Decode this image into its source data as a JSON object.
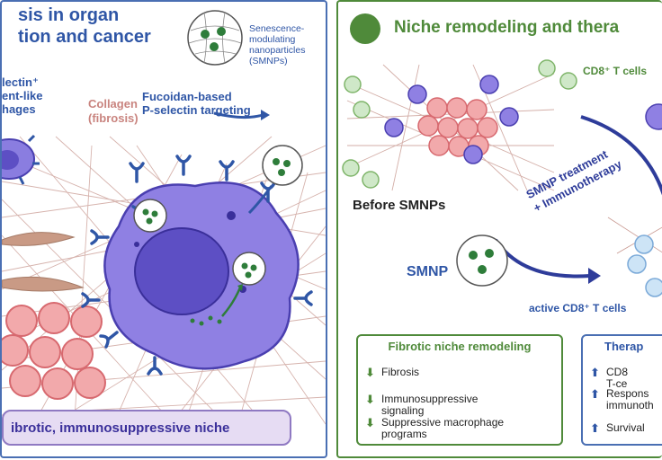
{
  "left": {
    "title_line1": "sis in organ",
    "title_line2": "tion and cancer",
    "snmp_label": "Senescence-\nmodulating\nnanoparticles\n(SMNPs)",
    "macrophage_label": "lectin⁺\nent-like\nhages",
    "collagen_label": "Collagen\n(fibrosis)",
    "fucoidan_label": "Fucoidan-based\nP-selectin targeting",
    "niche_banner": "ibrotic, immunosuppressive niche"
  },
  "right": {
    "title": "Niche remodeling and thera",
    "cd8_label": "CD8⁺ T cells",
    "before_label": "Before SMNPs",
    "treatment_label": "SMNP treatment\n+ Immunotherapy",
    "smnp_label": "SMNP",
    "active_label": "active CD8⁺ T cells",
    "fibrotic_box": {
      "title": "Fibrotic niche remodeling",
      "items": [
        "Fibrosis",
        "Immunosuppressive signaling",
        "Suppressive macrophage\nprograms"
      ]
    },
    "therapy_box": {
      "title": "Therap",
      "items": [
        "CD8 T-ce",
        "Respons\nimmunoth",
        "Survival"
      ]
    },
    "arrow_down": "⬇",
    "arrow_up": "⬆"
  },
  "colors": {
    "blue": "#2f56a6",
    "green": "#4f8a3a",
    "collagen": "#c9847f",
    "macrophage": "#7b6fd6",
    "tumor": "#f0a6a8",
    "banner": "#e6dcf3"
  }
}
